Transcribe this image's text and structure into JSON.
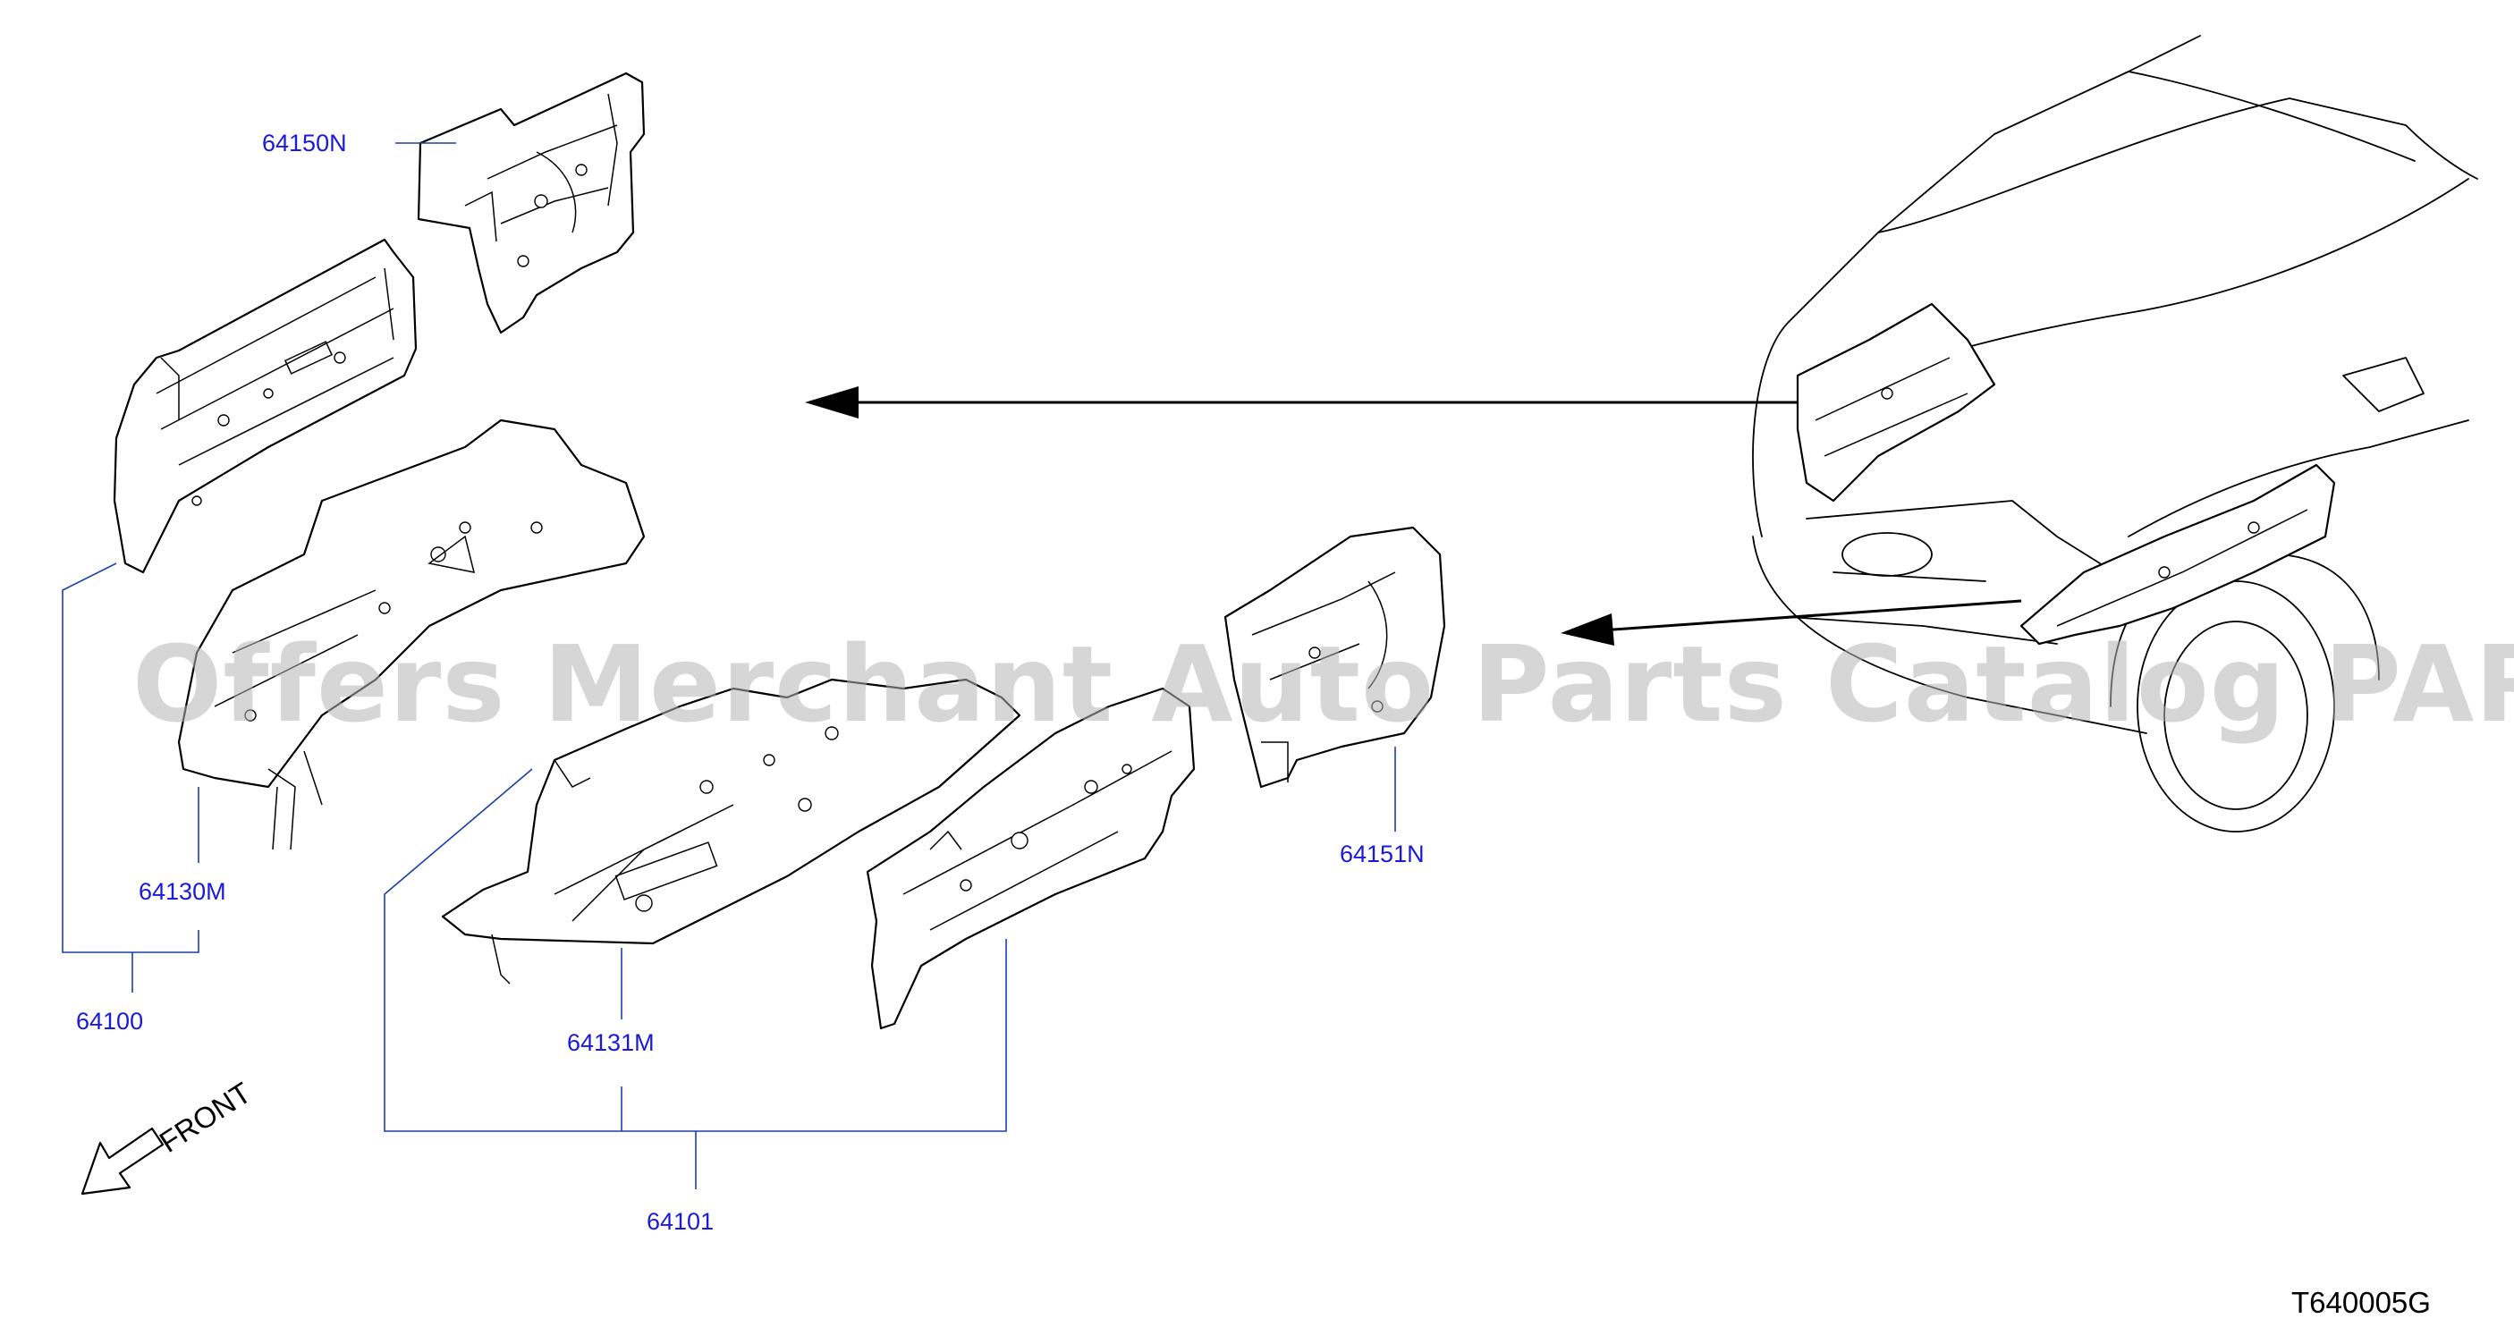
{
  "callouts": {
    "p64150N": "64150N",
    "p64130M": "64130M",
    "p64100": "64100",
    "p64131M": "64131M",
    "p64101": "64101",
    "p64151N": "64151N"
  },
  "orientation_label": "FRONT",
  "diagram_code": "T640005G",
  "watermark": "Offers Merchant Auto Parts Catalog PARTSTORE.SA",
  "colors": {
    "callout_text": "#1a1ad8",
    "leader_line": "#1a3fa8",
    "line_art": "#000000",
    "watermark": "#b4b4b4"
  }
}
